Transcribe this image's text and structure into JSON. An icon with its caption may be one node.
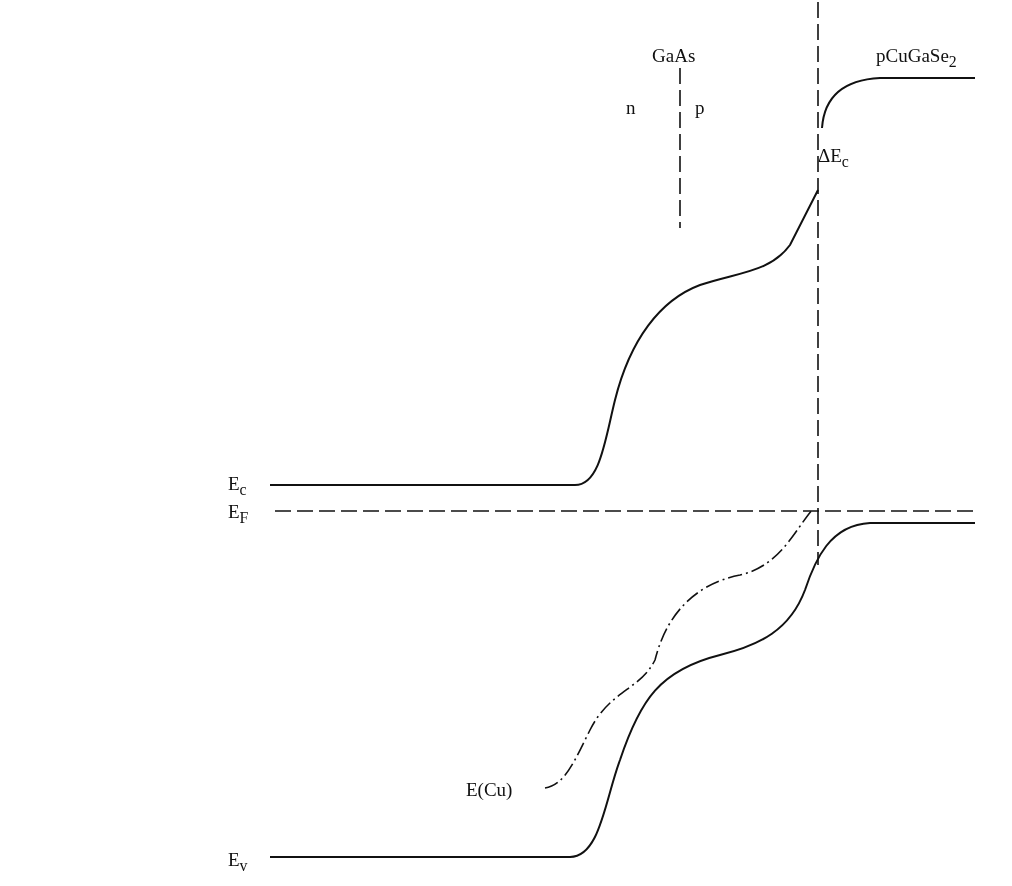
{
  "diagram": {
    "labels": [
      "GaAs",
      "pCuGaSe$_{2}$",
      "n",
      "p",
      "ΔE$_{c}$",
      "E$_{c}$",
      "E$_{F}$",
      "E(Cu)",
      "E$_{v}$"
    ]
  }
}
